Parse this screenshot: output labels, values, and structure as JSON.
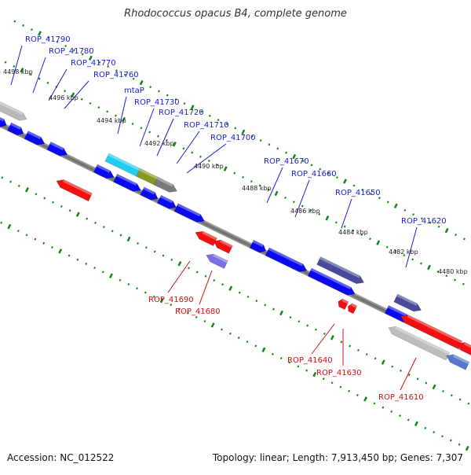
{
  "title": "Rhodococcus opacus B4, complete genome",
  "footer": {
    "accession": "Accession: NC_012522",
    "summary": "Topology: linear; Length: 7,913,450 bp; Genes: 7,307"
  },
  "colors": {
    "forward_gene": "#0a0af0",
    "reverse_gene": "#f01010",
    "forward_label": "#1a1adc",
    "reverse_label": "#d01010",
    "tick": "#118811",
    "backbone": "#7a7a7a"
  },
  "ticks": [
    "4498 kbp",
    "4496 kbp",
    "4494 kbp",
    "4492 kbp",
    "4490 kbp",
    "4488 kbp",
    "4486 kbp",
    "4484 kbp",
    "4482 kbp",
    "4480 kbp"
  ],
  "forward_labels": [
    "ROP_41790",
    "ROP_41780",
    "ROP_41770",
    "ROP_41760",
    "mtaP",
    "ROP_41730",
    "ROP_41720",
    "ROP_41710",
    "ROP_41700",
    "ROP_41670",
    "ROP_41660",
    "ROP_41650",
    "ROP_41620"
  ],
  "reverse_labels": [
    "ROP_41690",
    "ROP_41680",
    "ROP_41640",
    "ROP_41630",
    "ROP_41610"
  ]
}
